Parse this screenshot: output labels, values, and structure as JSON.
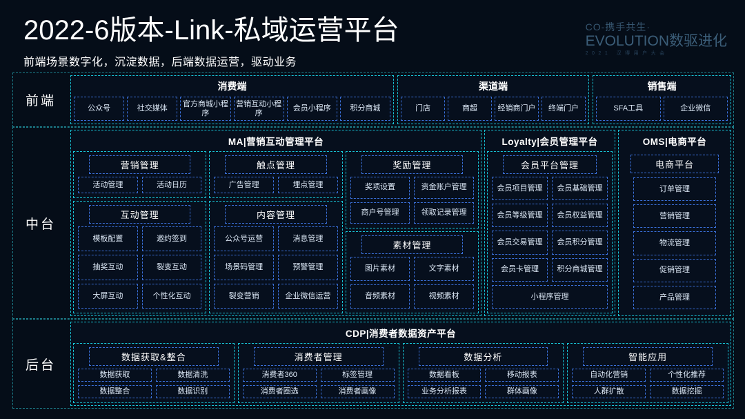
{
  "header": {
    "title": "2022-6版本-Link-私域运营平台",
    "subtitle": "前端场景数字化，沉淀数据，后端数据运营，驱动业务",
    "logo_line1": "CO-携手共生·",
    "logo_line2": "EVOLUTION数驱进化",
    "logo_line3": "2021 汉得用户大会"
  },
  "colors": {
    "background": "#050d18",
    "band_border": "#1d7f8c",
    "group_border": "#17c3d6",
    "item_border": "#3a6fd8",
    "text": "#ffffff",
    "item_text": "#dbe7f5"
  },
  "bands": {
    "front": {
      "label": "前端",
      "groups": [
        {
          "title": "消费端",
          "items": [
            "公众号",
            "社交媒体",
            "官方商城小程序",
            "营销互动小程序",
            "会员小程序",
            "积分商城"
          ]
        },
        {
          "title": "渠道端",
          "items": [
            "门店",
            "商超",
            "经销商门户",
            "终端门户"
          ]
        },
        {
          "title": "销售端",
          "items": [
            "SFA工具",
            "企业微信"
          ]
        }
      ]
    },
    "mid": {
      "label": "中台",
      "platforms": [
        {
          "title": "MA|营销互动管理平台",
          "columns": [
            {
              "sections": [
                {
                  "title": "营销管理",
                  "items": [
                    "活动管理",
                    "活动日历"
                  ]
                },
                {
                  "title": "互动管理",
                  "items": [
                    "模板配置",
                    "邀约签到",
                    "抽奖互动",
                    "裂变互动",
                    "大屏互动",
                    "个性化互动"
                  ]
                }
              ]
            },
            {
              "sections": [
                {
                  "title": "触点管理",
                  "items": [
                    "广告管理",
                    "埋点管理"
                  ]
                },
                {
                  "title": "内容管理",
                  "items": [
                    "公众号运营",
                    "消息管理",
                    "场景码管理",
                    "预警管理",
                    "裂变营销",
                    "企业微信运营"
                  ]
                }
              ]
            },
            {
              "sections": [
                {
                  "title": "奖励管理",
                  "items": [
                    "奖项设置",
                    "资金账户管理",
                    "商户号管理",
                    "领取记录管理"
                  ]
                },
                {
                  "title": "素材管理",
                  "items": [
                    "图片素材",
                    "文字素材",
                    "音频素材",
                    "视频素材"
                  ]
                }
              ]
            }
          ]
        },
        {
          "title": "Loyalty|会员管理平台",
          "section_title": "会员平台管理",
          "pairs": [
            [
              "会员项目管理",
              "会员基础管理"
            ],
            [
              "会员等级管理",
              "会员权益管理"
            ],
            [
              "会员交易管理",
              "会员积分管理"
            ],
            [
              "会员卡管理",
              "积分商城管理"
            ]
          ],
          "full_row": "小程序管理"
        },
        {
          "title": "OMS|电商平台",
          "section_title": "电商平台",
          "items": [
            "订单管理",
            "营销管理",
            "物流管理",
            "促销管理",
            "产品管理"
          ]
        }
      ]
    },
    "back": {
      "label": "后台",
      "platform_title": "CDP|消费者数据资产平台",
      "sections": [
        {
          "title": "数据获取&整合",
          "items": [
            "数据获取",
            "数据清洗",
            "数据整合",
            "数据识别"
          ]
        },
        {
          "title": "消费者管理",
          "items": [
            "消费者360",
            "标签管理",
            "消费者圈选",
            "消费者画像"
          ]
        },
        {
          "title": "数据分析",
          "items": [
            "数据看板",
            "移动报表",
            "业务分析报表",
            "群体画像"
          ]
        },
        {
          "title": "智能应用",
          "items": [
            "自动化营销",
            "个性化推荐",
            "人群扩散",
            "数据挖掘"
          ]
        }
      ]
    }
  }
}
